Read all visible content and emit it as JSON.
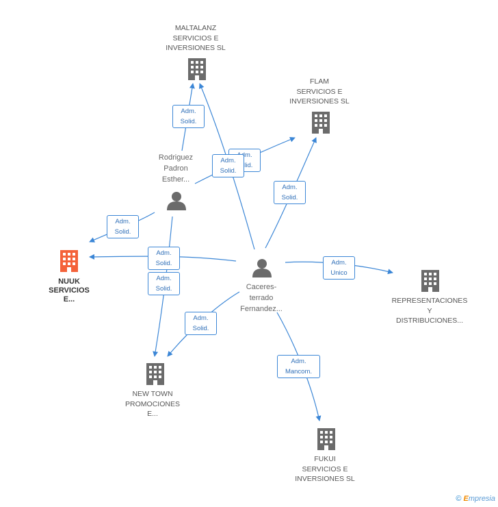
{
  "nodes": {
    "maltalanz": {
      "lines": [
        "MALTALANZ",
        "SERVICIOS E",
        "INVERSIONES SL"
      ]
    },
    "flam": {
      "lines": [
        "FLAM",
        "SERVICIOS E",
        "INVERSIONES SL"
      ]
    },
    "rodriguez": {
      "lines": [
        "Rodriguez",
        "Padron",
        "Esther..."
      ]
    },
    "nuuk": {
      "lines": [
        "NUUK",
        "SERVICIOS",
        "E..."
      ]
    },
    "caceres": {
      "lines": [
        "Caceres-",
        "terrado",
        "Fernandez..."
      ]
    },
    "representaciones": {
      "lines": [
        "REPRESENTACIONES",
        "Y",
        "DISTRIBUCIONES..."
      ]
    },
    "newtown": {
      "lines": [
        "NEW TOWN",
        "PROMOCIONES",
        "E..."
      ]
    },
    "fukui": {
      "lines": [
        "FUKUI",
        "SERVICIOS E",
        "INVERSIONES SL"
      ]
    }
  },
  "edges": {
    "rod_maltalanz": [
      "Adm.",
      "Solid."
    ],
    "cac_maltalanz": [
      "Adm.",
      "Solid."
    ],
    "rod_flam": [
      "Adm.",
      "Solid."
    ],
    "cac_flam": [
      "Adm.",
      "Solid."
    ],
    "rod_nuuk": [
      "Adm.",
      "Solid."
    ],
    "cac_nuuk": [
      "Adm.",
      "Solid."
    ],
    "rod_newtown": [
      "Adm.",
      "Solid."
    ],
    "cac_newtown": [
      "Adm.",
      "Solid."
    ],
    "cac_repr": [
      "Adm.",
      "Unico"
    ],
    "cac_fukui": [
      "Adm.",
      "Mancom."
    ]
  },
  "footer": {
    "copyright": "©",
    "brand_e": "E",
    "brand_rest": "mpresia"
  },
  "colors": {
    "building": "#6b6b6b",
    "focus": "#f4623a",
    "person": "#6b6b6b",
    "edge": "#3b86d6"
  },
  "icons": {
    "company": "building-icon",
    "person": "person-icon"
  }
}
